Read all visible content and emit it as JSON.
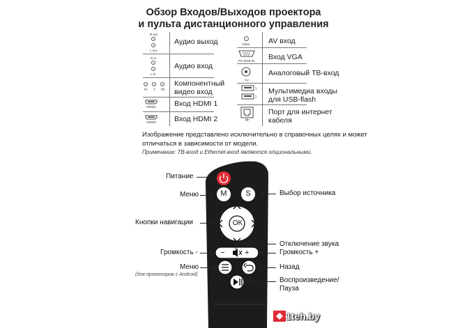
{
  "title_line1": "Обзор Входов/Выходов проектора",
  "title_line2": "и пульта дистанционного управления",
  "ports_left": [
    {
      "id": "audio_out",
      "label": "Аудио выход",
      "jack_labels": [
        "R out",
        "L out"
      ]
    },
    {
      "id": "audio_in",
      "label": "Аудио вход",
      "jack_labels": [
        "R in",
        "L in"
      ]
    },
    {
      "id": "component",
      "label_line1": "Компонентный",
      "label_line2": "видео вход",
      "jack_labels": [
        "Pr",
        "Y",
        "Pb"
      ]
    },
    {
      "id": "hdmi1",
      "label": "Вход HDMI 1",
      "jack_label": "HDMI1"
    },
    {
      "id": "hdmi2",
      "label": "Вход HDMI 2",
      "jack_label": "HDMI2"
    }
  ],
  "ports_right": [
    {
      "id": "av",
      "label": "AV вход",
      "jack_label": "Video"
    },
    {
      "id": "vga",
      "label": "Вход VGA",
      "jack_label": "PC-RGB IN"
    },
    {
      "id": "tv",
      "label": "Аналоговый ТВ-вход",
      "jack_label": "TV"
    },
    {
      "id": "usb",
      "label_line1": "Мультимедиа входы",
      "label_line2": "для USB-flash"
    },
    {
      "id": "ethernet",
      "label_line1": "Порт для интернет",
      "label_line2": "кабеля"
    }
  ],
  "disclaimer_line1": "Изображение представлено исключительно в справочных целях и может",
  "disclaimer_line2": "отличаться в зависимости от модели.",
  "note": "Примечание: ТВ-вход и Ethernet-вход являются опциональными.",
  "remote_labels": {
    "power": "Питание",
    "menu": "Меню",
    "navigation": "Кнопки навигации",
    "volume_down": "Громкость -",
    "menu_android": "Меню",
    "menu_android_note": "(для проекторов с Android)",
    "source": "Выбор источника",
    "mute": "Отключение звука",
    "volume_up": "Громкость +",
    "back": "Назад",
    "play_pause_line1": "Воспроизведение/",
    "play_pause_line2": "Пауза"
  },
  "remote_buttons": {
    "menu": "M",
    "source": "S",
    "ok": "OK",
    "minus": "−",
    "plus": "+"
  },
  "watermark": "1teh.by",
  "colors": {
    "power_button": "#e02b35",
    "remote_body": "#1c1c1c",
    "watermark_text": "#ffffff"
  }
}
